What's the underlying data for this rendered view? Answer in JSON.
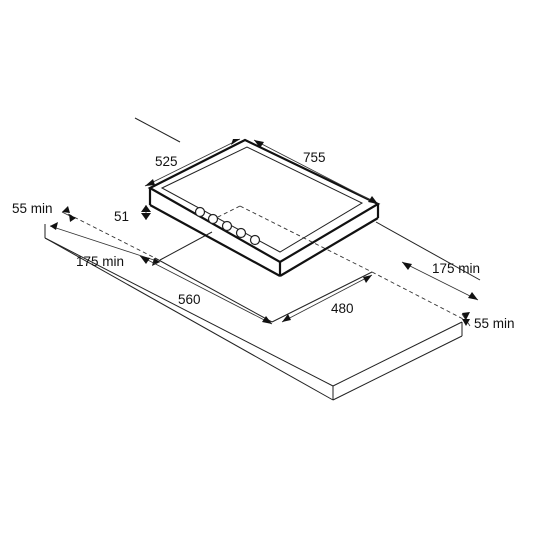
{
  "dimensions": {
    "width_hob": "755",
    "depth_hob": "525",
    "height_hob": "51",
    "cutout_width": "560",
    "cutout_depth": "480",
    "clear_back_left": "55 min",
    "clear_left": "175 min",
    "clear_right": "175 min",
    "clear_front_right": "55 min"
  },
  "colors": {
    "line": "#222222",
    "background": "#ffffff"
  },
  "knob_count": 5
}
